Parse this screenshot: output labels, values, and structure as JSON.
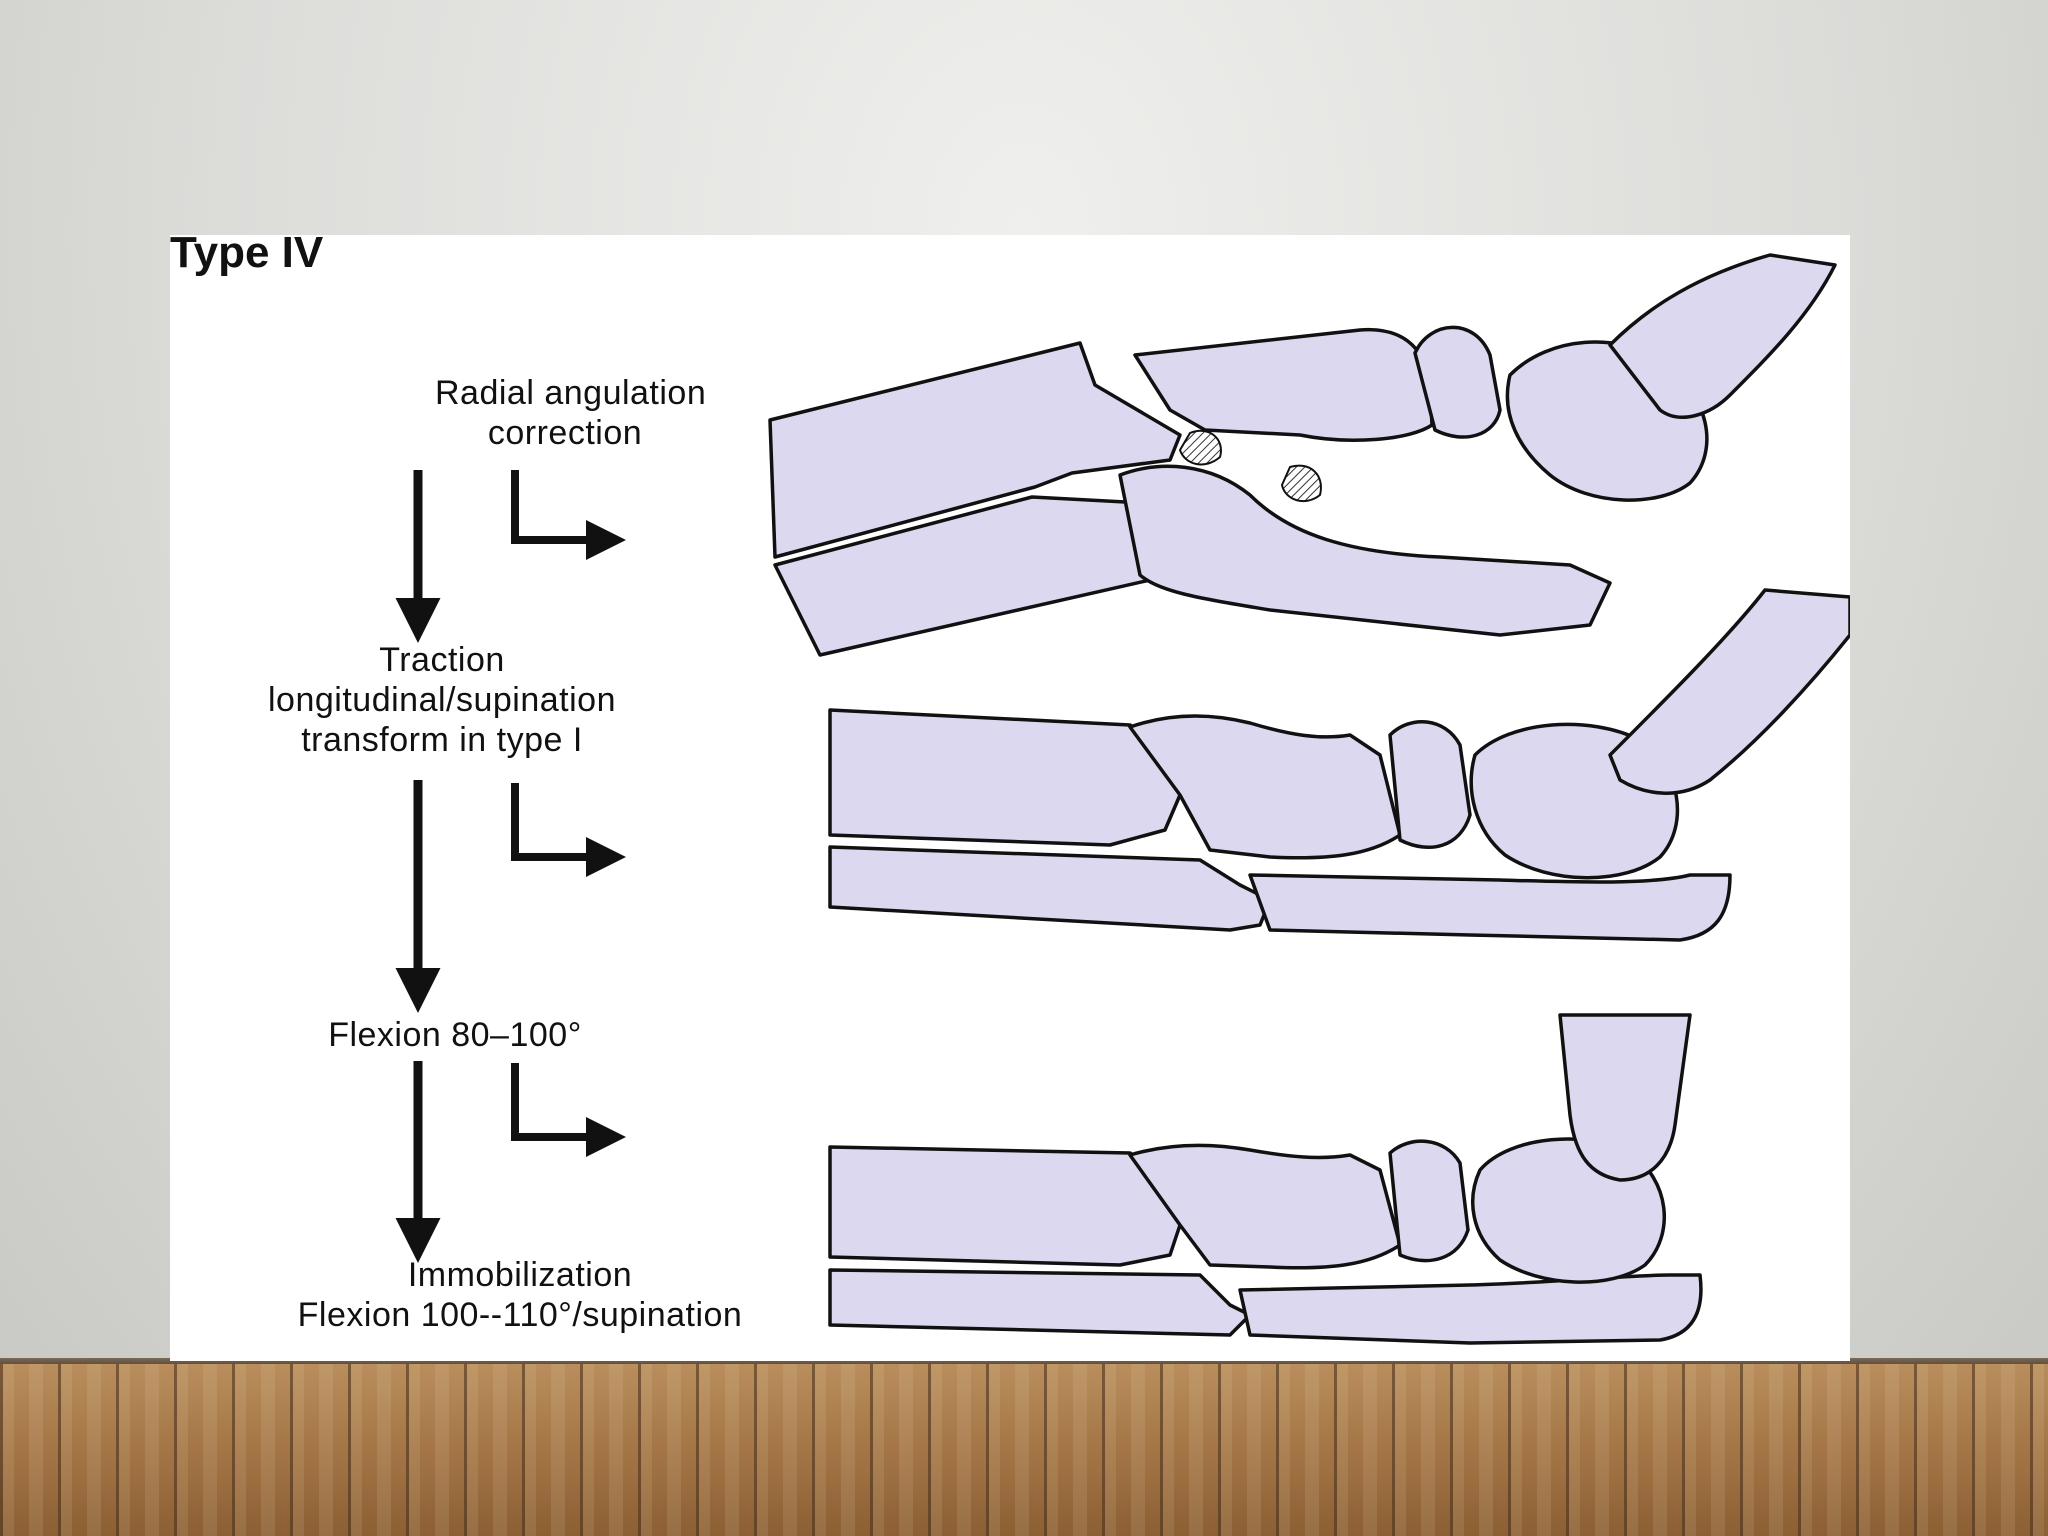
{
  "figure": {
    "title": "Type IV",
    "steps": [
      {
        "lines": [
          "Radial angulation",
          "correction"
        ]
      },
      {
        "lines": [
          "Traction",
          "longitudinal/supination",
          "transform in type I"
        ]
      },
      {
        "lines": [
          "Flexion 80–100°"
        ]
      },
      {
        "lines": [
          "Immobilization",
          "Flexion 100--110°/supination"
        ]
      }
    ]
  },
  "colors": {
    "bone_fill": "#dcd8ef",
    "outline": "#111111"
  }
}
